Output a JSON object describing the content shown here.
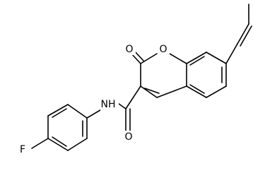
{
  "molecule": {
    "atoms": {
      "oxygen_carbonyl_lactone": "O",
      "oxygen_ring": "O",
      "amide_nh": "NH",
      "oxygen_amide": "O",
      "fluorine": "F"
    }
  }
}
